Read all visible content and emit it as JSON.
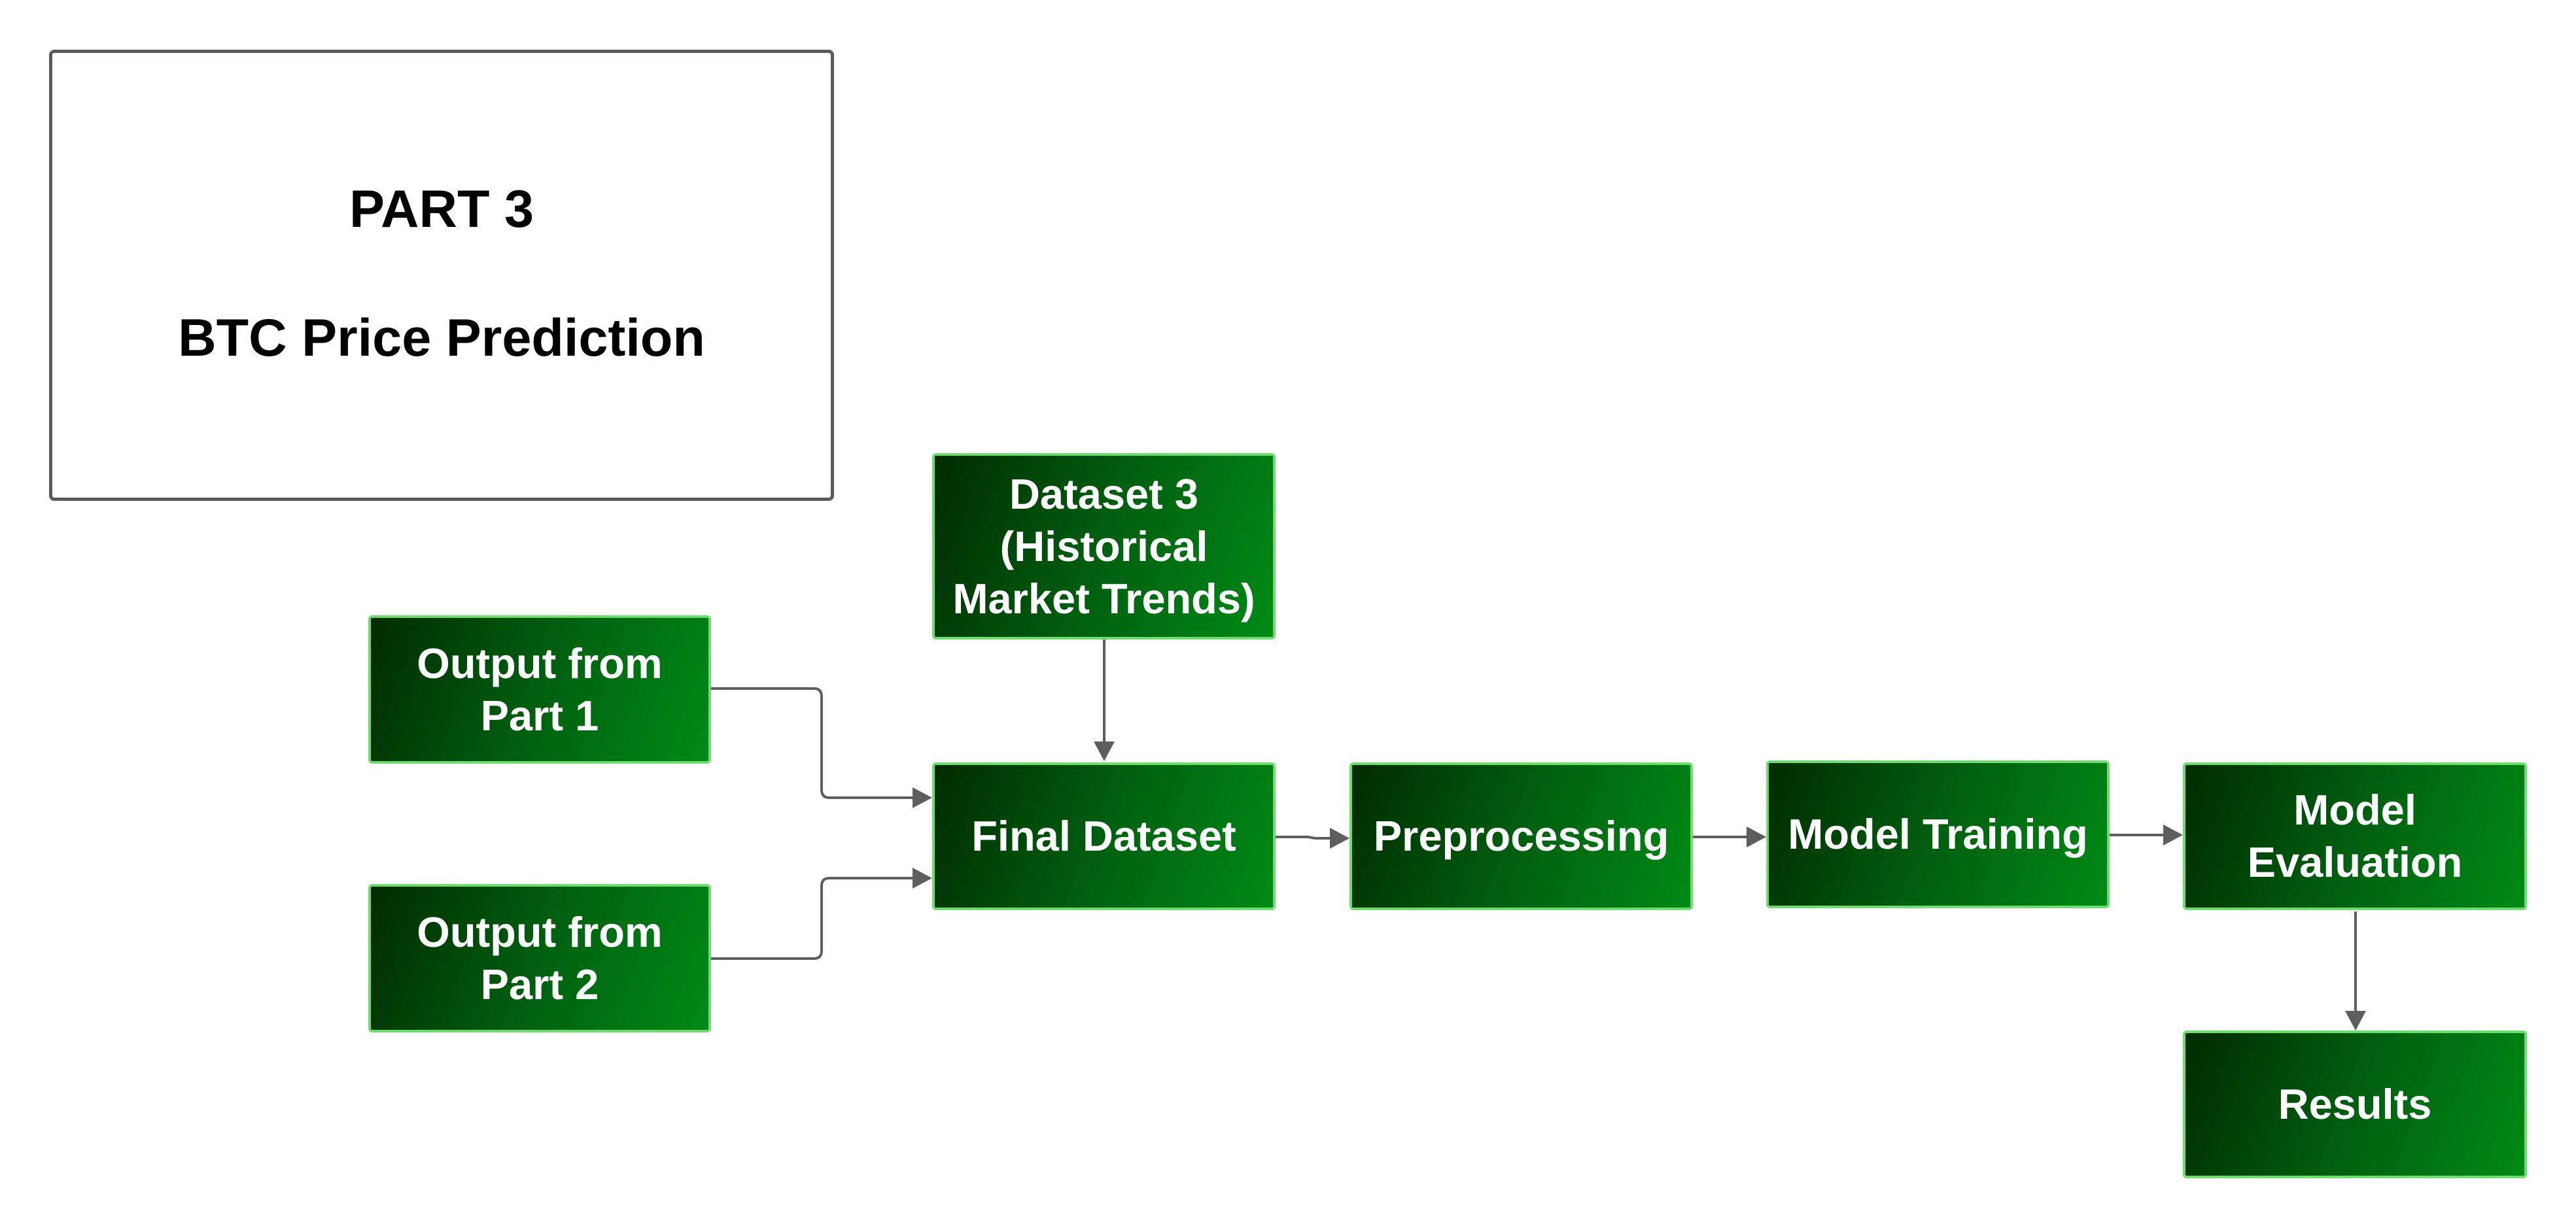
{
  "title": {
    "part": "PART 3",
    "subtitle": "BTC Price Prediction"
  },
  "nodes": {
    "output_part1": [
      "Output from",
      "Part 1"
    ],
    "output_part2": [
      "Output from",
      "Part 2"
    ],
    "dataset3": [
      "Dataset 3",
      "(Historical",
      "Market Trends)"
    ],
    "final_dataset": [
      "Final Dataset"
    ],
    "preprocessing": [
      "Preprocessing"
    ],
    "model_training": [
      "Model Training"
    ],
    "model_evaluation": [
      "Model",
      "Evaluation"
    ],
    "results": [
      "Results"
    ]
  },
  "colors": {
    "node_fill_dark": "#002b00",
    "node_fill_light": "#008a16",
    "node_border": "#6fdc6f",
    "connector": "#5e5e5e",
    "title_border": "#5a5a5a"
  }
}
